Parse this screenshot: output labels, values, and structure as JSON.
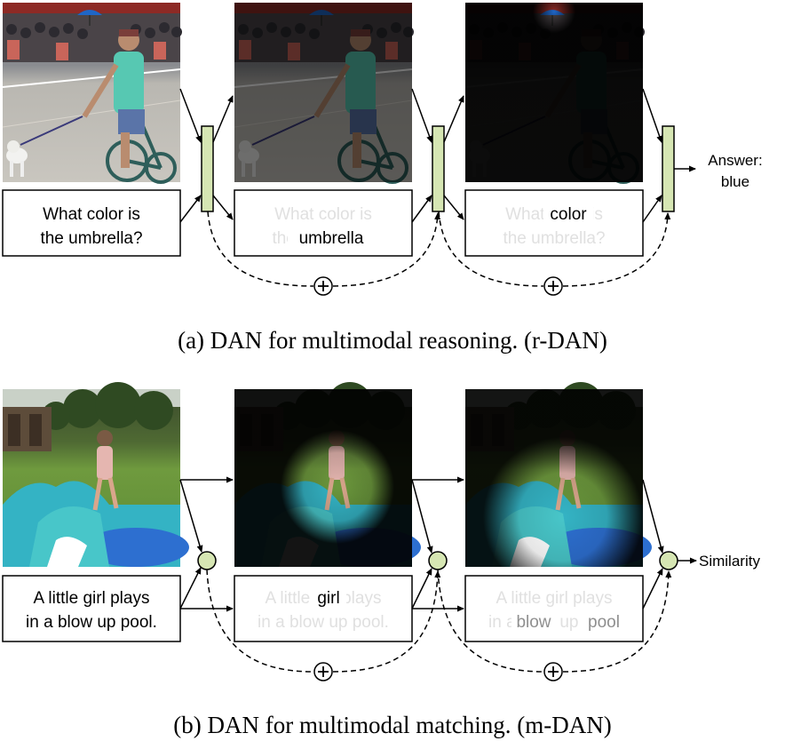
{
  "colors": {
    "attention_cell": "#d6e6b3",
    "faded_text": "#d4d4d4",
    "mid_text": "#9a9a9a",
    "dark": "#000000"
  },
  "panel_a": {
    "question_line1": "What color is",
    "question_line2": "the umbrella?",
    "step1_faded_line1": "What color is",
    "step1_faded_line2": "the umbrella?",
    "step1_focus_word": "umbrella",
    "step2_faded_line1": "What color is",
    "step2_faded_line2": "the umbrella?",
    "step2_focus_word": "color",
    "answer_line1": "Answer:",
    "answer_line2": "blue",
    "sum_symbol": "⊕",
    "caption": "(a) DAN for multimodal reasoning. (r-DAN)",
    "image_icons": [
      "street-photo-man-bicycle-dog",
      "street-photo-dimmed-attention",
      "street-photo-umbrella-attention"
    ]
  },
  "panel_b": {
    "sentence_line1": "A little girl plays",
    "sentence_line2": "in a blow up pool.",
    "step1_faded_line1": "A little girl plays",
    "step1_faded_line2": "in a blow up pool.",
    "step1_focus_word": "girl",
    "step2_faded_line1": "A little girl plays",
    "step2_faded_line2": "in a blow up pool.",
    "step2_focus_word_1": "blow",
    "step2_focus_word_2": "pool",
    "output_label": "Similarity",
    "sum_symbol": "⊕",
    "caption": "(b) DAN for multimodal matching. (m-DAN)",
    "image_icons": [
      "backyard-photo-girl-inflatable-pool",
      "backyard-photo-girl-attention",
      "backyard-photo-pool-attention"
    ]
  }
}
